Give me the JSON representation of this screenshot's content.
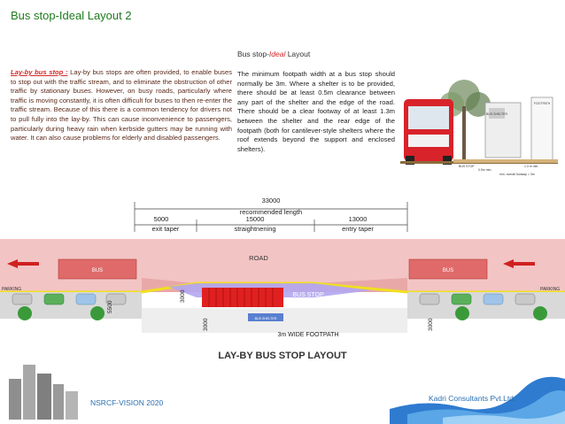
{
  "page": {
    "title": "Bus stop-Ideal Layout 2"
  },
  "left_text": {
    "lead": "Lay-by bus stop :",
    "body": " Lay-by bus stops are often provided, to enable buses to stop out with the traffic stream, and to eliminate the obstruction of other traffic by stationary buses. However, on busy roads, particularly where traffic is moving constantly, it is often difficult for buses to then re-enter the traffic stream. Because of this there is a common tendency for drivers not to pull fully into the lay-by. This can cause inconvenience to passengers, particularly during heavy rain when kerbside gutters may be running with water. It can also cause problems for elderly and disabled passengers."
  },
  "middle": {
    "heading_pre": "Bus stop-",
    "heading_italic": "Ideal",
    "heading_post": " Layout",
    "body": "The minimum footpath width at a bus stop should normally be 3m. Where a shelter is to be provided, there should be at least 0.5m clearance between any part of the shelter and the edge of the road. There should be a clear footway of at least 1.3m between the shelter and the rear edge of the footpath (both for cantilever-style shelters where the roof extends beyond the support and enclosed shelters)."
  },
  "sketch": {
    "label_shelter": "BUS SHELTER",
    "label_footpath": "FOOTPATH",
    "label_clear": "1.3 m min.",
    "label_clear2": "0.5m min.",
    "label_overall": "min. overall footway = 3m",
    "label_bus_stop": "BUS STOP"
  },
  "layout": {
    "total": "33000",
    "total_label": "recommended length",
    "seg1": "5000",
    "seg1_label": "exit taper",
    "seg2": "15000",
    "seg2_label": "straightnening",
    "seg3": "13000",
    "seg3_label": "entry taper",
    "road": "ROAD",
    "bus": "BUS",
    "parking": "PARKING",
    "bus_stop": "BUS STOP",
    "shelter": "BUS SHELTER",
    "footpath": "3m WIDE FOOTPATH",
    "dim_5500": "5500",
    "dim_3000a": "3000",
    "dim_3000b": "3000",
    "dim_3000c": "3000",
    "title": "LAY-BY BUS STOP LAYOUT",
    "colors": {
      "road": "#f1b9b9",
      "bus": "#e06060",
      "stop": "#b2a6f0",
      "kerb": "#f0e020",
      "stop_red": "#e02020",
      "footpath": "#d8d8d8"
    }
  },
  "footer": {
    "left": "NSRCF-VISION 2020",
    "right": "Kadri Consultants Pvt.Ltd."
  }
}
